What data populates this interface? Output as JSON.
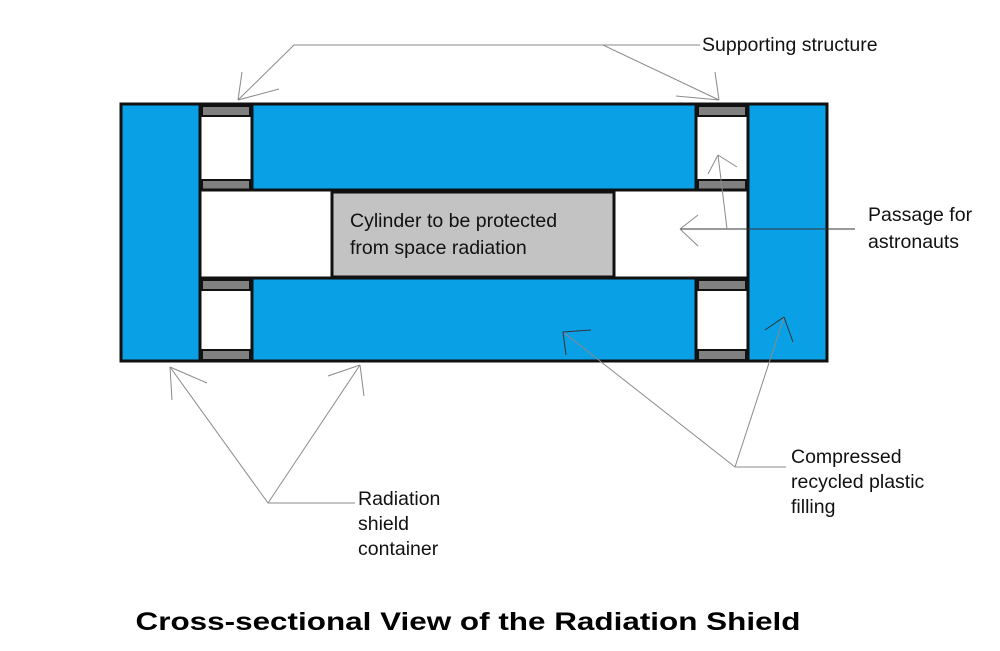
{
  "title": "Cross-sectional View of the Radiation Shield",
  "colors": {
    "shield_fill": "#0aa0e6",
    "cylinder_fill": "#c3c3c3",
    "support_fill": "#808080",
    "outline": "#111111"
  },
  "labels": {
    "supporting_structure": "Supporting structure",
    "cylinder": [
      "Cylinder to be protected",
      "from space radiation"
    ],
    "passage": [
      "Passage for",
      "astronauts"
    ],
    "compressed": [
      "Compressed",
      "recycled plastic",
      "filling"
    ],
    "container": [
      "Radiation",
      "shield",
      "container"
    ]
  }
}
